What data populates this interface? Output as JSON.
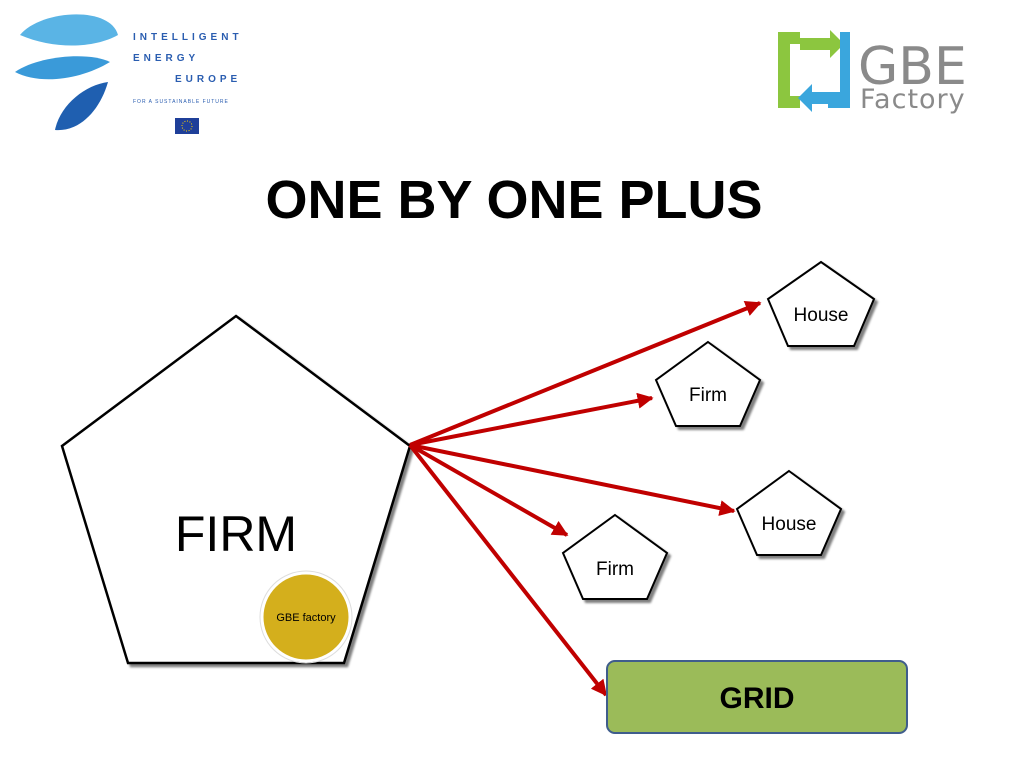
{
  "header": {
    "iee_logo": {
      "line1": "INTELLIGENT",
      "line2": "ENERGY",
      "line3": "EUROPE",
      "tagline": "FOR A SUSTAINABLE FUTURE"
    },
    "gbe_logo": {
      "line1": "GBE",
      "line2": "Factory"
    }
  },
  "title": "ONE BY ONE PLUS",
  "diagram": {
    "source": {
      "label": "FIRM",
      "badge": "GBE factory"
    },
    "targets": [
      {
        "label": "House"
      },
      {
        "label": "Firm"
      },
      {
        "label": "House"
      },
      {
        "label": "Firm"
      }
    ],
    "grid": {
      "label": "GRID"
    },
    "colors": {
      "arrow": "#c00000",
      "badge_fill": "#d4af1c",
      "grid_fill": "#9bbb59",
      "grid_border": "#3f5d8c"
    }
  }
}
